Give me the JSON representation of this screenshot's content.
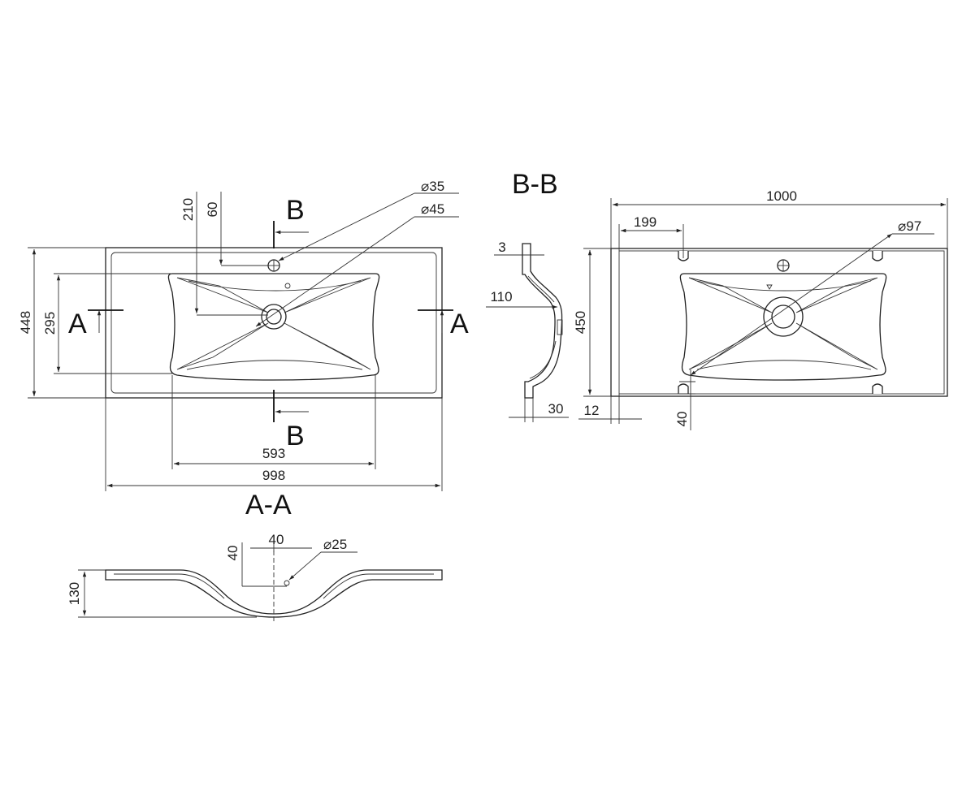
{
  "section_labels": {
    "aa": "A-A",
    "bb": "B-B",
    "a_left": "A",
    "a_right": "A",
    "b_top": "B",
    "b_bottom": "B"
  },
  "top_view": {
    "dim_width": "998",
    "dim_bowl_width": "593",
    "dim_height": "448",
    "dim_bowl_height": "295",
    "dim_tap_offset": "210",
    "dim_overflow_offset": "60",
    "dim_tap_hole": "35",
    "dim_drain_hole": "45"
  },
  "section_aa": {
    "dim_height": "130",
    "dim_depth": "40",
    "dim_width": "40",
    "dim_overflow": "25"
  },
  "section_bb": {
    "dim_lip": "3",
    "dim_depth": "110",
    "dim_rim": "30"
  },
  "bottom_view": {
    "dim_width": "1000",
    "dim_offset": "199",
    "dim_height": "450",
    "dim_edge": "12",
    "dim_notch": "40",
    "dim_drain_opening": "97"
  },
  "diameter_symbol": "⌀"
}
